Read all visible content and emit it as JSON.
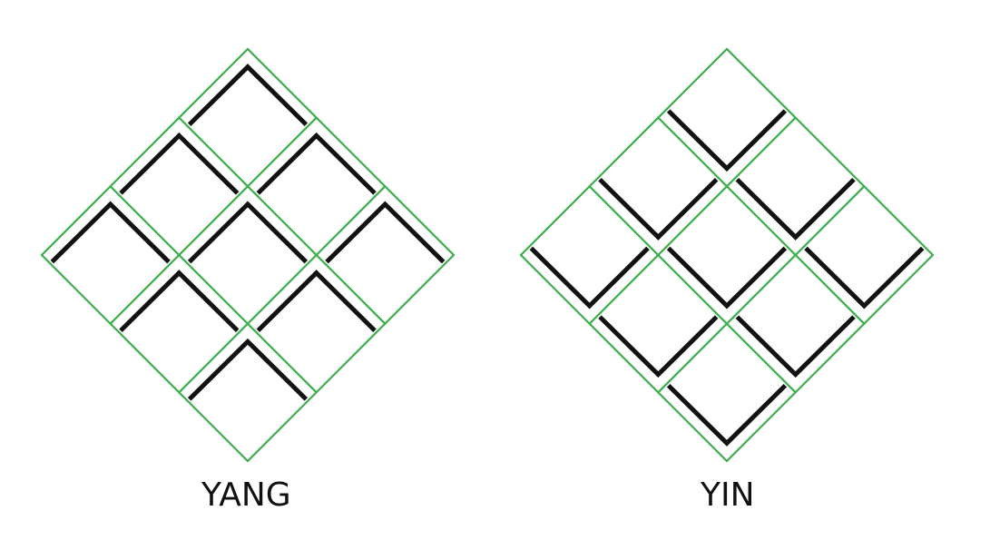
{
  "colors": {
    "grid": "#3aae4a",
    "mark": "#111111",
    "background": "#ffffff"
  },
  "diagrams": [
    {
      "id": "yang",
      "label": "YANG",
      "mark": "chevron-up"
    },
    {
      "id": "yin",
      "label": "YIN",
      "mark": "chevron-down"
    }
  ]
}
